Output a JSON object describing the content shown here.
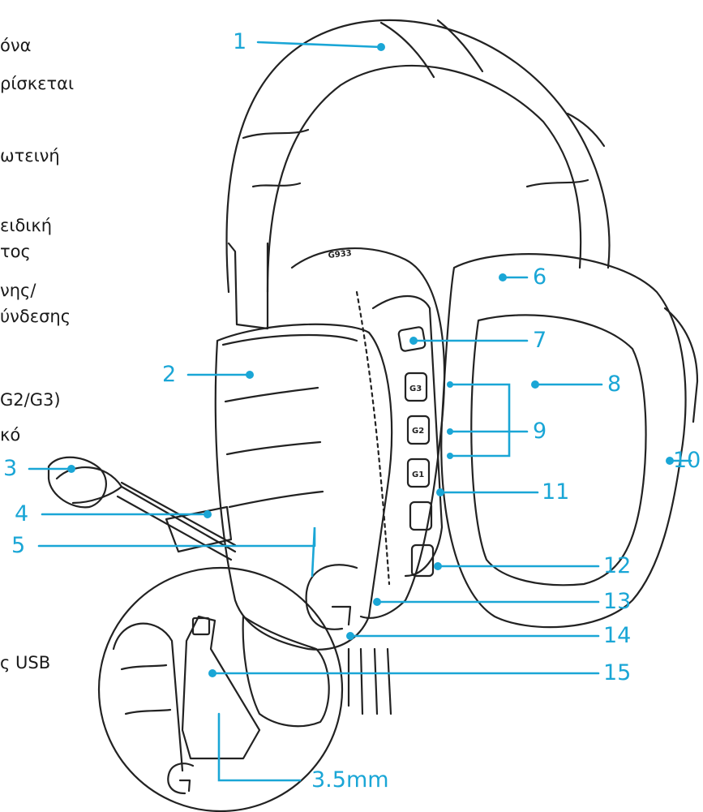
{
  "left_text_fragments": [
    "όνα",
    "ρίσκεται",
    "ωτεινή",
    "ειδική",
    "τος",
    "νης/",
    "ύνδεσης",
    "G2/G3)",
    "κό",
    "ς USB"
  ],
  "callouts": [
    "1",
    "2",
    "3",
    "4",
    "5",
    "6",
    "7",
    "8",
    "9",
    "10",
    "11",
    "12",
    "13",
    "14",
    "15",
    "3.5mm"
  ],
  "headset_labels": {
    "model_text": "G933",
    "button_g3": "G3",
    "button_g2": "G2",
    "button_g1": "G1"
  },
  "colors": {
    "callout": "#1aa6d6",
    "line_art": "#222222",
    "text": "#1a1a1a"
  }
}
